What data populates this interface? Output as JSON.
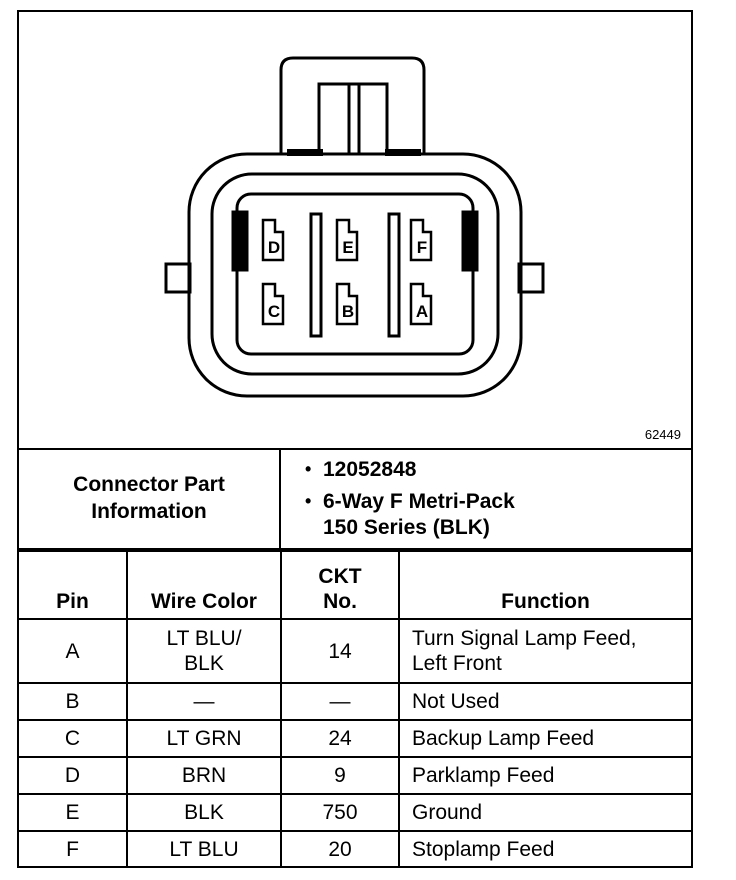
{
  "figure_number": "62449",
  "connector": {
    "pin_letters_top": [
      "D",
      "E",
      "F"
    ],
    "pin_letters_bottom": [
      "C",
      "B",
      "A"
    ]
  },
  "part_info": {
    "label_line1": "Connector Part",
    "label_line2": "Information",
    "bullet1": "12052848",
    "bullet2_line1": "6-Way F Metri-Pack",
    "bullet2_line2": "150 Series (BLK)",
    "bullet_symbol": "•"
  },
  "table": {
    "headers": {
      "pin": "Pin",
      "wire_color": "Wire Color",
      "ckt_line1": "CKT",
      "ckt_line2": "No.",
      "function": "Function"
    },
    "rows": [
      {
        "pin": "A",
        "wire_color_line1": "LT BLU/",
        "wire_color_line2": "BLK",
        "ckt": "14",
        "function_line1": "Turn Signal Lamp Feed,",
        "function_line2": "Left Front"
      },
      {
        "pin": "B",
        "wire_color": "—",
        "ckt": "—",
        "function": "Not Used"
      },
      {
        "pin": "C",
        "wire_color": "LT GRN",
        "ckt": "24",
        "function": "Backup Lamp Feed"
      },
      {
        "pin": "D",
        "wire_color": "BRN",
        "ckt": "9",
        "function": "Parklamp Feed"
      },
      {
        "pin": "E",
        "wire_color": "BLK",
        "ckt": "750",
        "function": "Ground"
      },
      {
        "pin": "F",
        "wire_color": "LT BLU",
        "ckt": "20",
        "function": "Stoplamp Feed"
      }
    ]
  }
}
